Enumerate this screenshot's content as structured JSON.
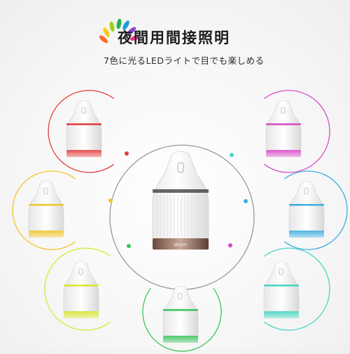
{
  "header": {
    "title": "夜間用間接照明",
    "subtitle": "7色に光るLEDライトで目でも楽しめる"
  },
  "logo": {
    "name": "petal-logo",
    "colors": [
      "#ff6a2b",
      "#ffc81e",
      "#9ad21a",
      "#26b04a",
      "#1e9ad8",
      "#8a4cc7",
      "#e43a8a"
    ]
  },
  "product": {
    "name": "humidifier",
    "center_label": "BRIGHT"
  },
  "colors": [
    {
      "name": "red",
      "hex": "#e43d3d"
    },
    {
      "name": "magenta",
      "hex": "#d84ac8"
    },
    {
      "name": "yellow",
      "hex": "#f2c62a"
    },
    {
      "name": "cyan",
      "hex": "#3aaee2"
    },
    {
      "name": "lime",
      "hex": "#d8e62e"
    },
    {
      "name": "aqua",
      "hex": "#45d6c2"
    },
    {
      "name": "green",
      "hex": "#39c65a"
    }
  ],
  "dots": [
    {
      "name": "red",
      "hex": "#e43d3d"
    },
    {
      "name": "yellow",
      "hex": "#f2c62a"
    },
    {
      "name": "green",
      "hex": "#39c65a"
    },
    {
      "name": "aqua",
      "hex": "#45d6c2"
    },
    {
      "name": "cyan",
      "hex": "#3aaee2"
    },
    {
      "name": "magenta",
      "hex": "#d84ac8"
    }
  ]
}
